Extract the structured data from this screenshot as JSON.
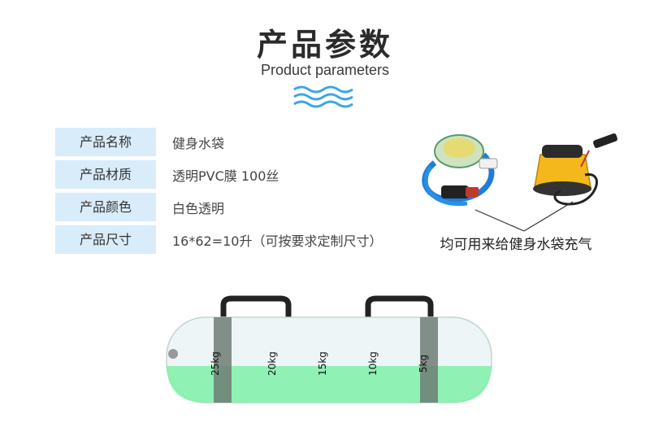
{
  "header": {
    "title": "产品参数",
    "subtitle": "Product parameters"
  },
  "specs": [
    {
      "label": "产品名称",
      "value": "健身水袋"
    },
    {
      "label": "产品材质",
      "value": "透明PVC膜 100丝"
    },
    {
      "label": "产品颜色",
      "value": "白色透明"
    },
    {
      "label": "产品尺寸",
      "value": "16*62=10升（可按要求定制尺寸）"
    }
  ],
  "pump": {
    "caption": "均可用来给健身水袋充气"
  },
  "bag": {
    "weights": [
      "25kg",
      "20kg",
      "15kg",
      "10kg",
      "5kg"
    ]
  },
  "colors": {
    "label_bg": "#d9ecfa",
    "wave": "#3aa7e6",
    "bag_water": "#7ff0a8",
    "strap": "#6d7d74"
  },
  "icons": [
    "wave-icon",
    "foot-pump-icon",
    "hand-pump-icon",
    "nozzle-icon"
  ]
}
